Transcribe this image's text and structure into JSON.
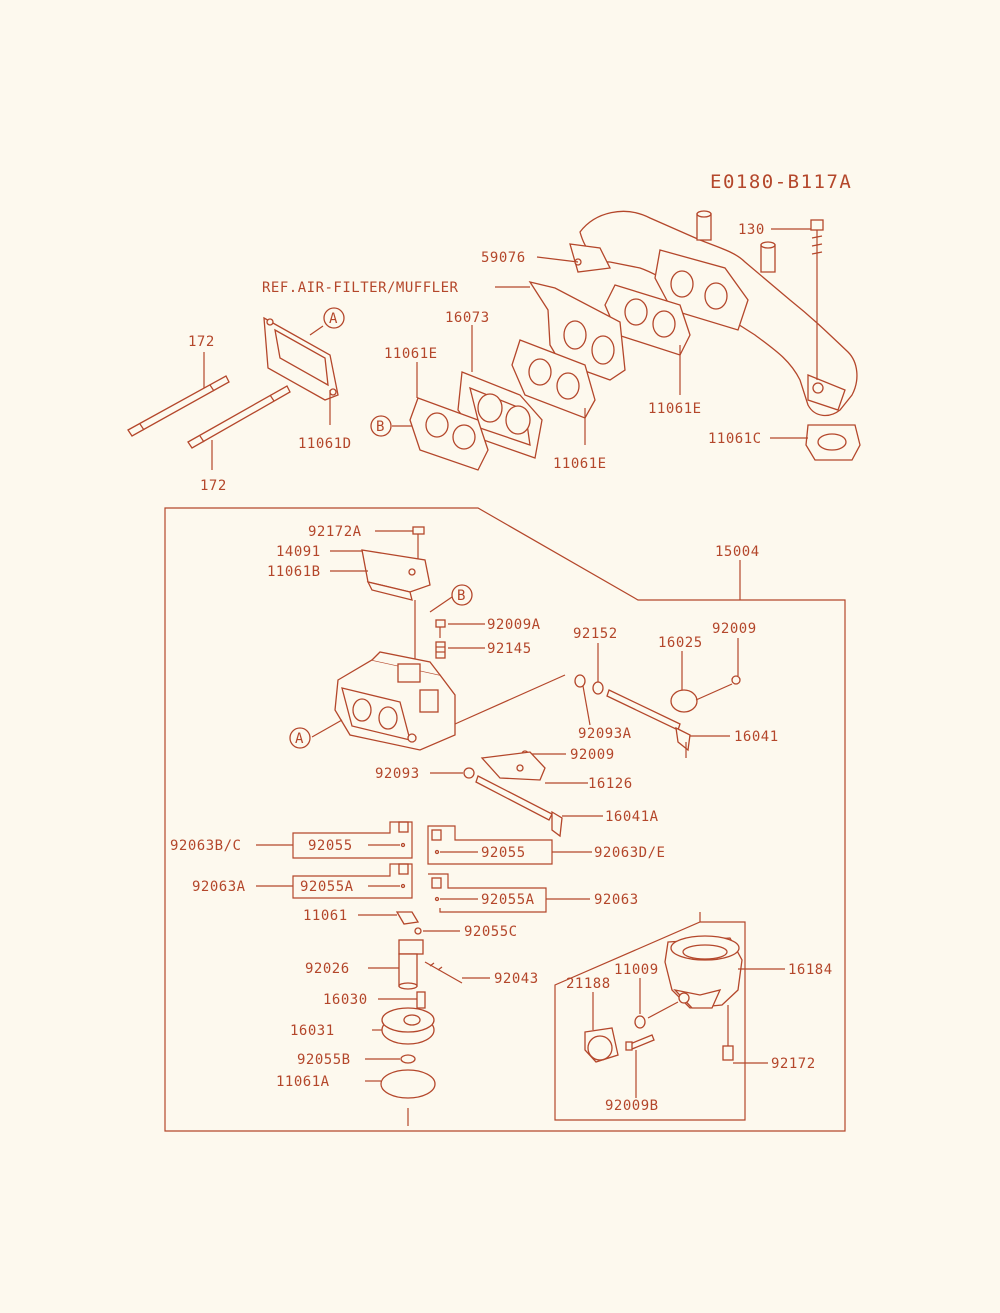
{
  "diagram": {
    "code": "E0180-B117A",
    "reference_note": "REF.AIR-FILTER/MUFFLER",
    "callout_a": "A",
    "callout_b": "B",
    "labels": {
      "p130": "130",
      "p59076": "59076",
      "p172_top": "172",
      "p172_bottom": "172",
      "p16073": "16073",
      "p11061E_left": "11061E",
      "p11061E_bottom": "11061E",
      "p11061E_right": "11061E",
      "p11061D": "11061D",
      "p11061C": "11061C",
      "p15004": "15004",
      "p92172A": "92172A",
      "p14091": "14091",
      "p11061B": "11061B",
      "p92009A": "92009A",
      "p92145": "92145",
      "p92152": "92152",
      "p16025": "16025",
      "p92009_top": "92009",
      "p92093A": "92093A",
      "p16041": "16041",
      "p92009_mid": "92009",
      "p92093": "92093",
      "p16126": "16126",
      "p16041A": "16041A",
      "p92063BC": "92063B/C",
      "p92055_left": "92055",
      "p92055_right": "92055",
      "p92063DE": "92063D/E",
      "p92063A": "92063A",
      "p92055A_left": "92055A",
      "p92055A_right": "92055A",
      "p92063": "92063",
      "p11061": "11061",
      "p92055C": "92055C",
      "p11009": "11009",
      "p16184": "16184",
      "p21188": "21188",
      "p92026": "92026",
      "p92043": "92043",
      "p16030": "16030",
      "p16031": "16031",
      "p92055B": "92055B",
      "p11061A": "11061A",
      "p92172": "92172",
      "p92009B": "92009B"
    }
  }
}
